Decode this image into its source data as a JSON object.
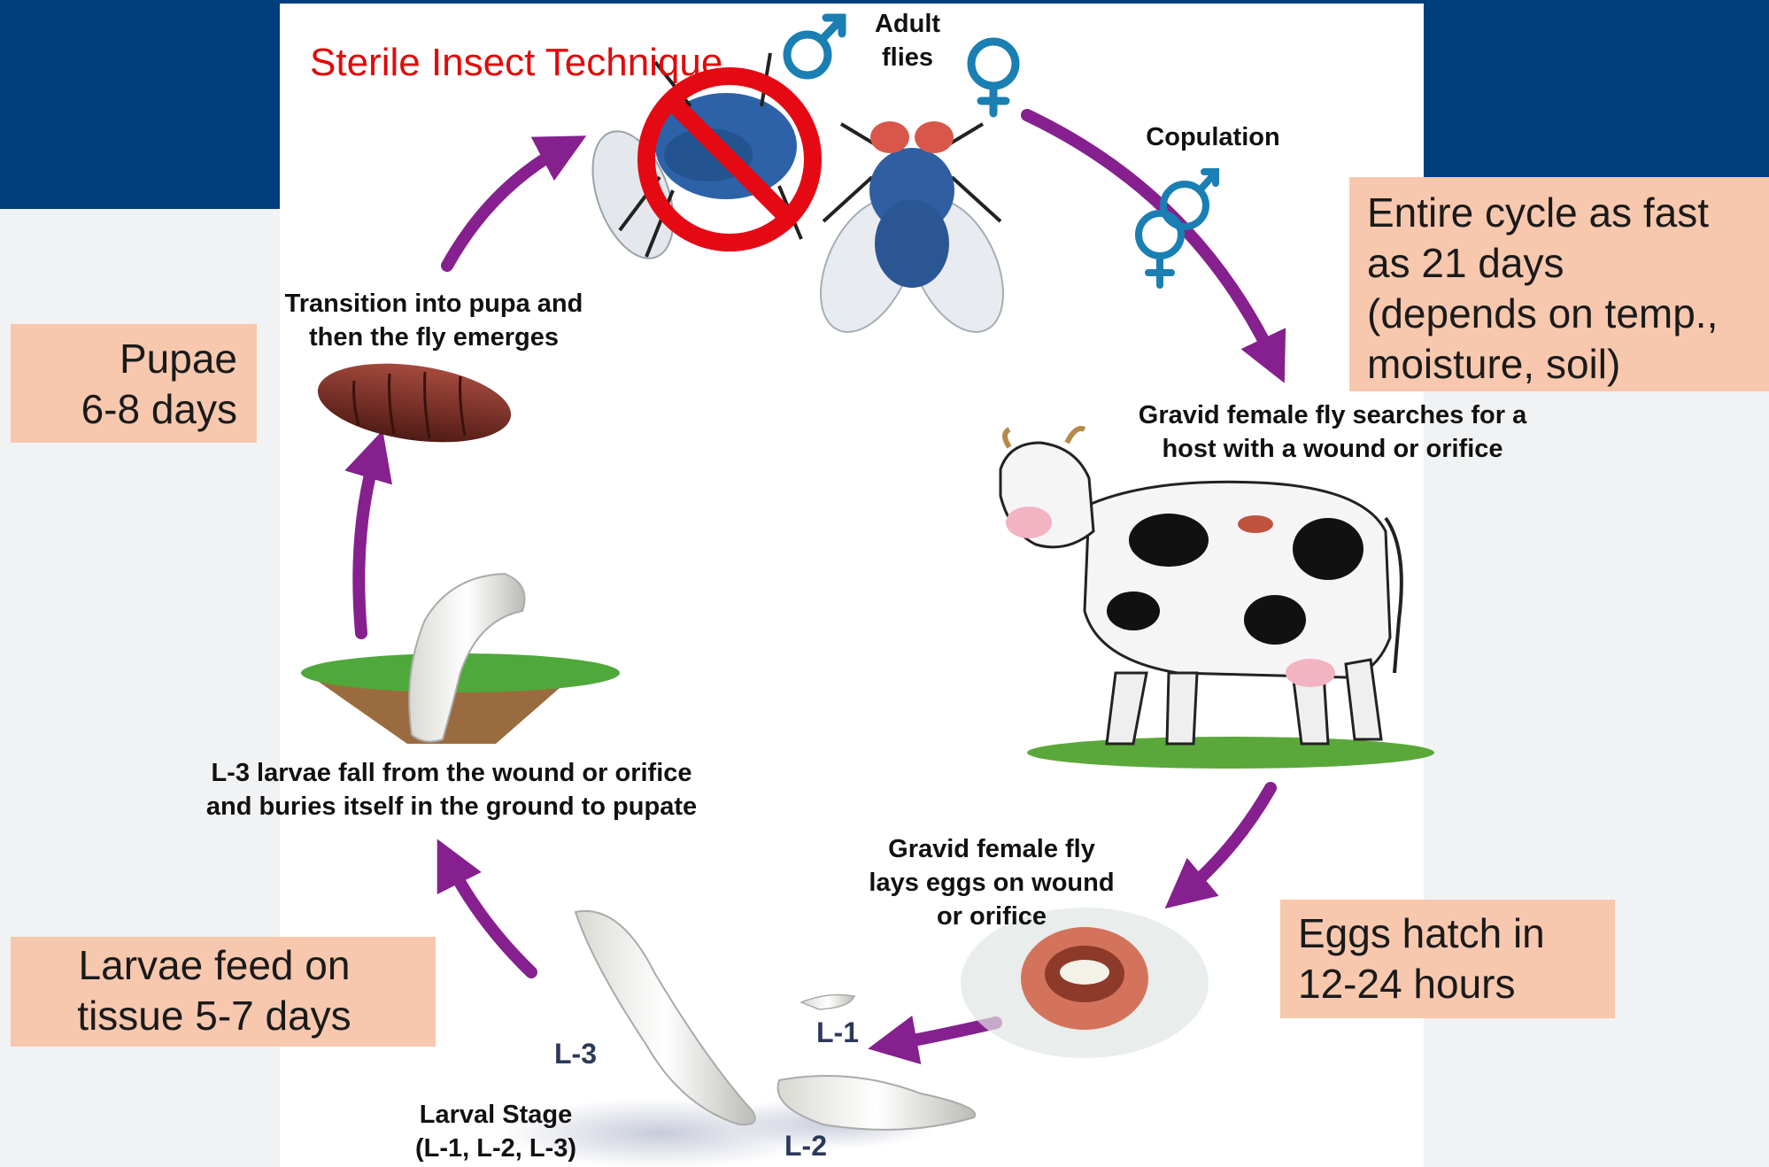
{
  "title": "Sterile Insect Technique",
  "colors": {
    "header_band": "#003e7e",
    "arrow": "#86208f",
    "note_box": "#f7c8ae",
    "title": "#e10a0a",
    "gender_symbol": "#1a7fb3"
  },
  "cycle": {
    "adult_flies": "Adult\nflies",
    "copulation": "Copulation",
    "gravid_search": "Gravid female fly searches for a\nhost with a wound or orifice",
    "lays_eggs": "Gravid female fly\nlays eggs on wound\nor orifice",
    "larval_stage": "Larval Stage\n(L-1, L-2, L-3)",
    "l3_fall": "L-3 larvae fall from the wound or orifice\nand buries itself in the ground to pupate",
    "transition": "Transition into pupa and\nthen the fly emerges"
  },
  "stages": {
    "l1": "L-1",
    "l2": "L-2",
    "l3": "L-3"
  },
  "notes": {
    "entire_cycle": "Entire cycle as fast\nas 21 days\n(depends on temp.,\nmoisture, soil)",
    "pupae": "Pupae\n6-8 days",
    "eggs": "Eggs hatch in\n12-24 hours",
    "larvae": "Larvae feed on\ntissue 5-7 days"
  },
  "icons": [
    "male-symbol-icon",
    "female-symbol-icon",
    "intersex-symbol-icon",
    "no-sign-icon",
    "fly-icon",
    "cow-icon",
    "pupa-icon",
    "larva-icon",
    "wound-icon"
  ]
}
